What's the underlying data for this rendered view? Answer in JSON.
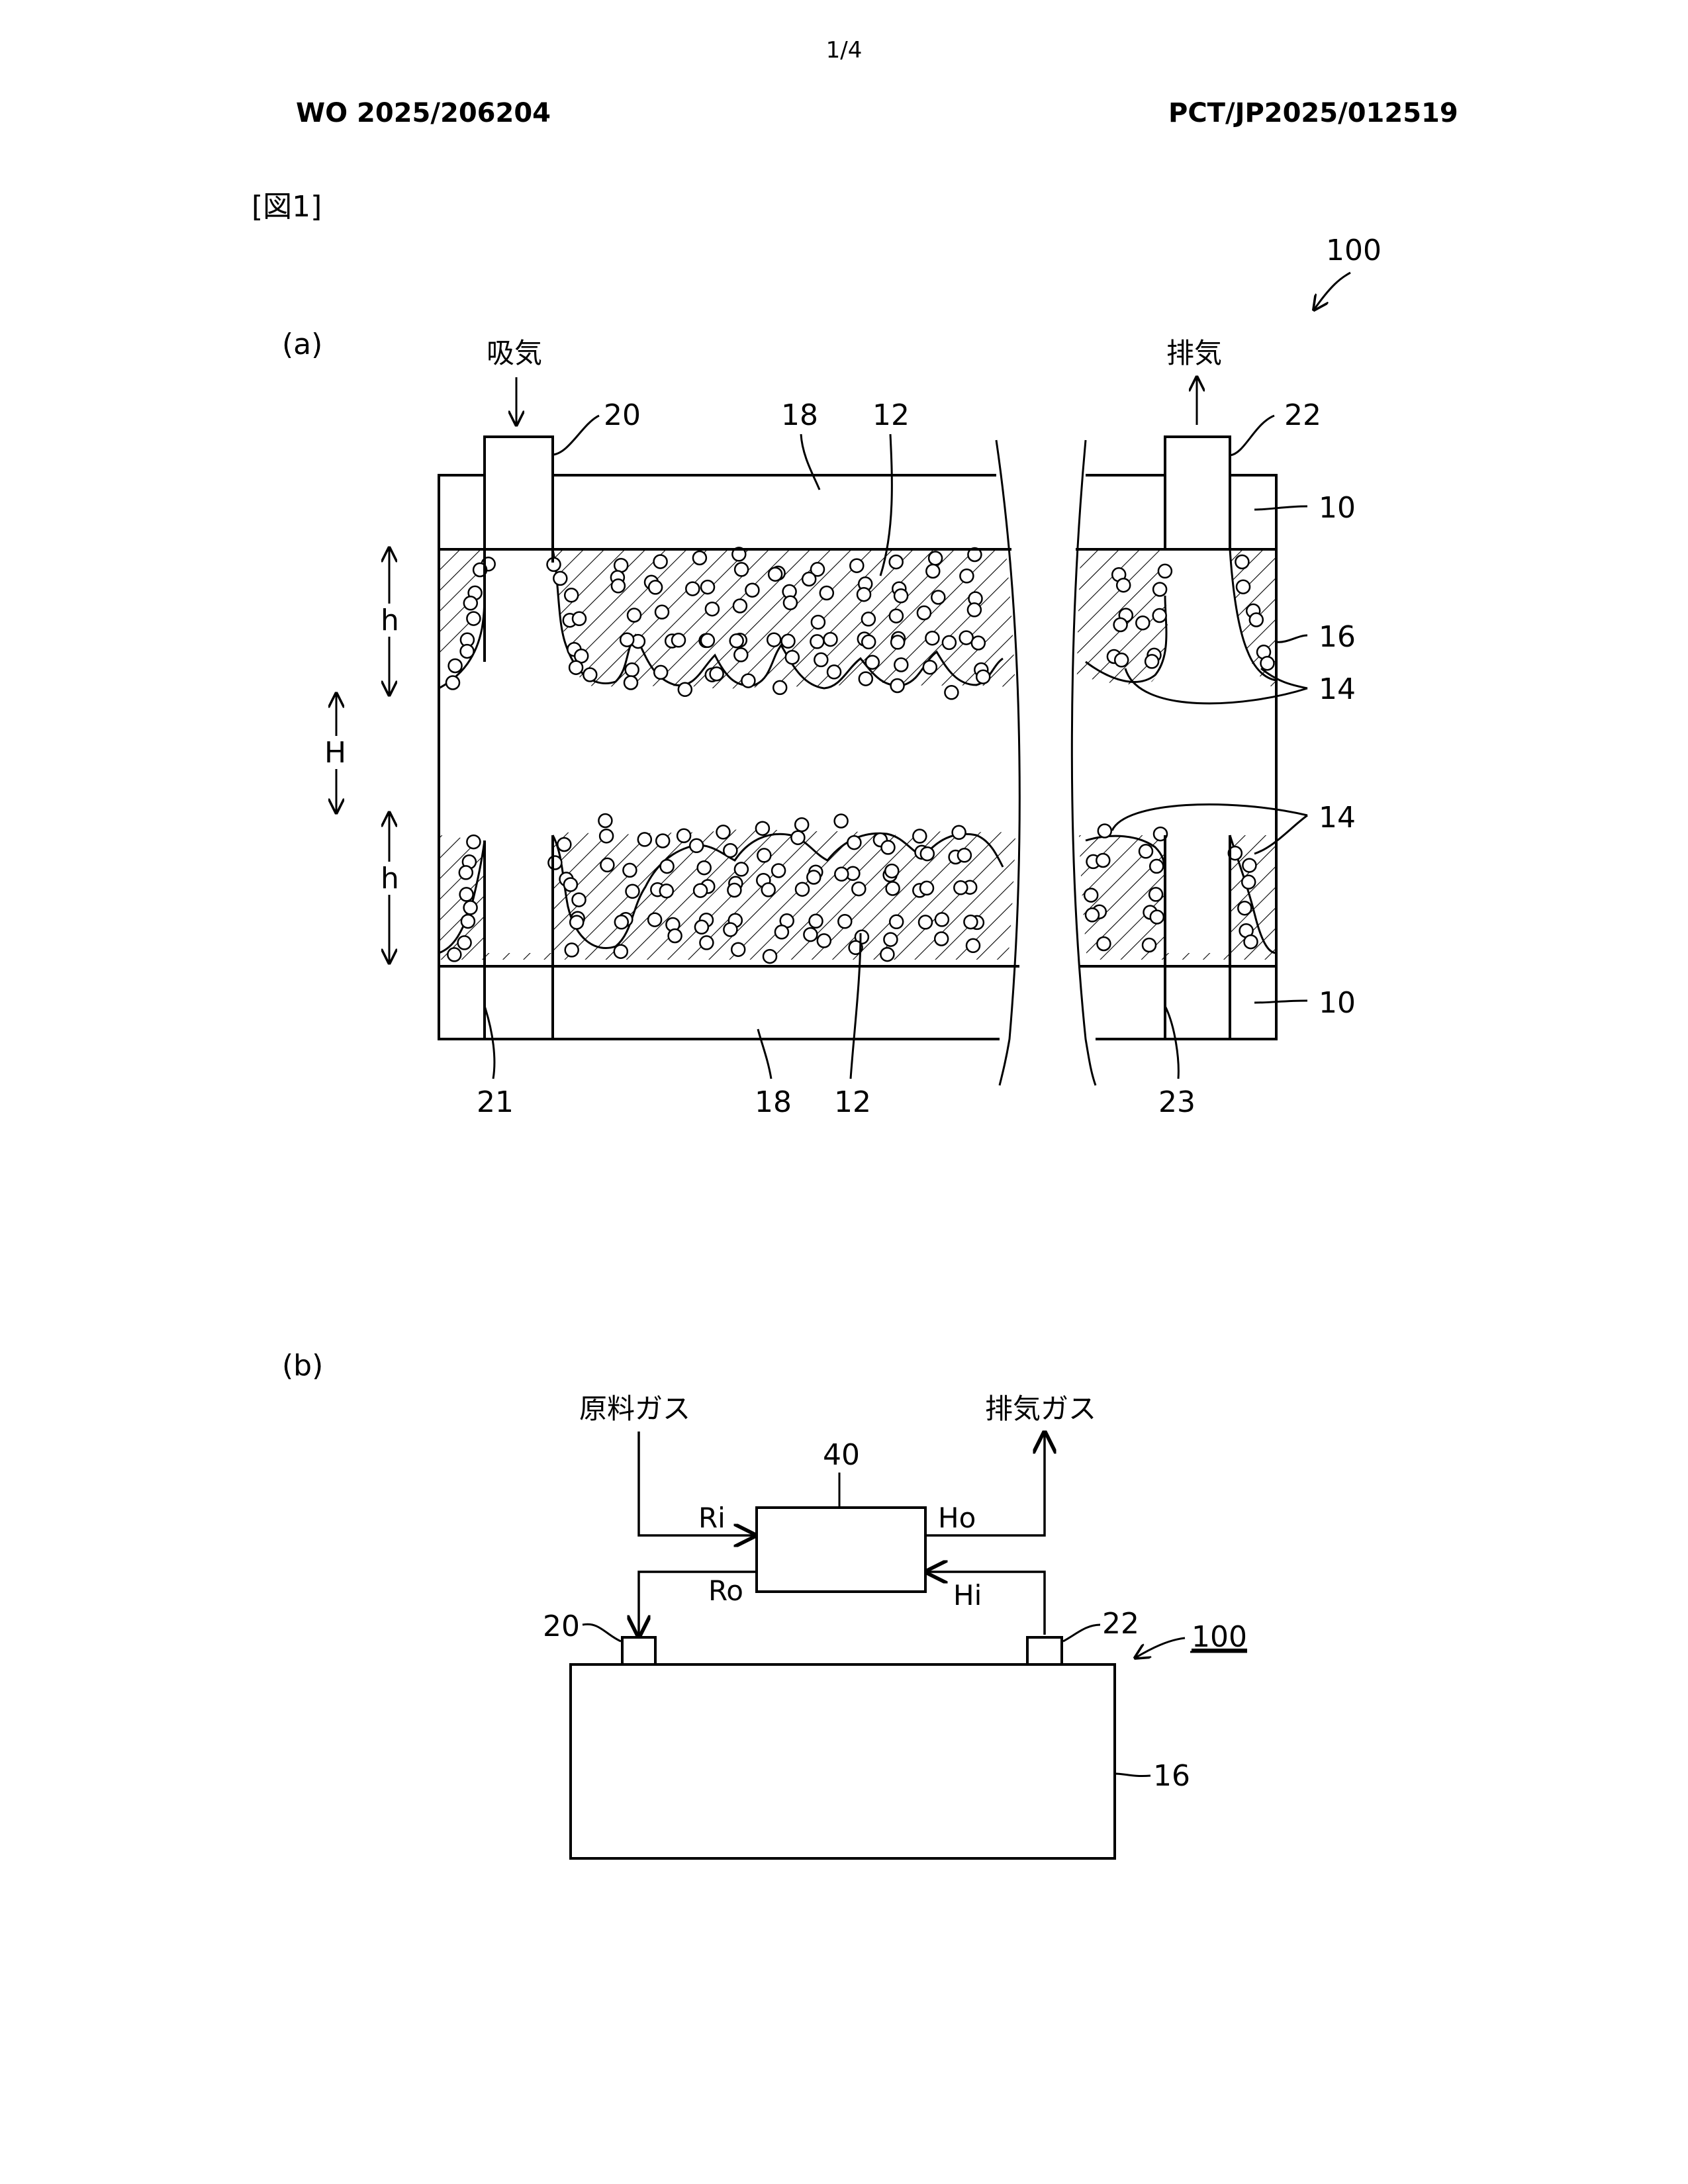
{
  "page": {
    "page_number": "1/4",
    "publication_number": "WO 2025/206204",
    "application_number": "PCT/JP2025/012519",
    "figure_label": "[図1]"
  },
  "figure_a": {
    "panel_label": "(a)",
    "device_ref": "100",
    "intake_label": "吸気",
    "exhaust_label": "排気",
    "refs": {
      "r20": "20",
      "r22": "22",
      "r18_top": "18",
      "r12_top": "12",
      "r10_top": "10",
      "r16": "16",
      "r14_a": "14",
      "r14_b": "14",
      "r10_bottom": "10",
      "r21": "21",
      "r18_bottom": "18",
      "r12_bottom": "12",
      "r23": "23"
    },
    "dims": {
      "h_top": "h",
      "H": "H",
      "h_bottom": "h"
    }
  },
  "figure_b": {
    "panel_label": "(b)",
    "raw_gas_label": "原料ガス",
    "exhaust_gas_label": "排気ガス",
    "ref_40": "40",
    "port_Ri": "Ri",
    "port_Ho": "Ho",
    "port_Ro": "Ro",
    "port_Hi": "Hi",
    "ref_20": "20",
    "ref_22": "22",
    "ref_100": "100",
    "ref_16": "16"
  }
}
